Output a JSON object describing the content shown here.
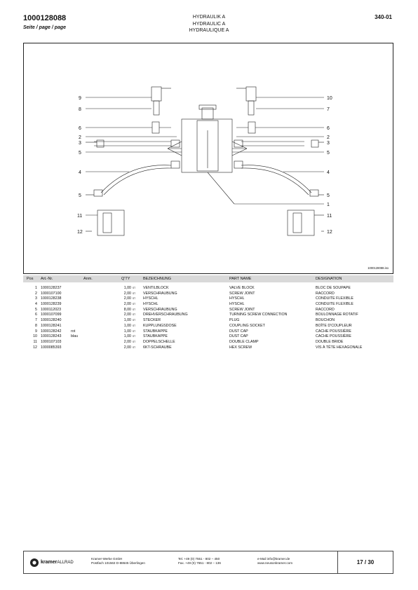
{
  "header": {
    "doc_number": "1000128088",
    "page_label": "Seite / page / page",
    "title_de": "HYDRAULIK A",
    "title_en": "HYDRAULIC A",
    "title_fr": "HYDRAULIQUE A",
    "section_code": "340-01"
  },
  "drawing": {
    "file_ref": "1000128088.iso",
    "callouts_left": [
      "9",
      "8",
      "6",
      "2",
      "3",
      "5",
      "4",
      "5",
      "11",
      "12"
    ],
    "callouts_right": [
      "10",
      "7",
      "6",
      "2",
      "3",
      "5",
      "4",
      "5",
      "1",
      "11",
      "12"
    ]
  },
  "table": {
    "headers": {
      "pos": "Pos",
      "art": "Art.-Nr.",
      "anm": "Anm.",
      "qty": "Q'TY",
      "de": "BEZEICHNUNG",
      "en": "PART NAME",
      "fr": "DESIGNATION"
    },
    "rows": [
      {
        "pos": "1",
        "art": "1000128237",
        "anm": "",
        "qty": "1,00",
        "unit": "ST",
        "de": "VENTILBLOCK",
        "en": "VALVE BLOCK",
        "fr": "BLOC DE SOUPAPE"
      },
      {
        "pos": "2",
        "art": "1000107100",
        "anm": "",
        "qty": "2,00",
        "unit": "ST",
        "de": "VERSCHRAUBUNG",
        "en": "SCREW JOINT",
        "fr": "RACCORD"
      },
      {
        "pos": "3",
        "art": "1000128238",
        "anm": "",
        "qty": "2,00",
        "unit": "ST",
        "de": "HYSCHL",
        "en": "HYSCHL",
        "fr": "CONDUITE FLEXIBLE"
      },
      {
        "pos": "4",
        "art": "1000128239",
        "anm": "",
        "qty": "2,00",
        "unit": "ST",
        "de": "HYSCHL",
        "en": "HYSCHL",
        "fr": "CONDUITE FLEXIBLE"
      },
      {
        "pos": "5",
        "art": "1000112023",
        "anm": "",
        "qty": "8,00",
        "unit": "ST",
        "de": "VERSCHRAUBUNG",
        "en": "SCREW JOINT",
        "fr": "RACCORD"
      },
      {
        "pos": "6",
        "art": "1000107099",
        "anm": "",
        "qty": "2,00",
        "unit": "ST",
        "de": "DREHVERSCHRAUBUNG",
        "en": "TURNING SCREW CONNECTION",
        "fr": "BOULONNAGE ROTATIF"
      },
      {
        "pos": "7",
        "art": "1000128240",
        "anm": "",
        "qty": "1,00",
        "unit": "ST",
        "de": "STECKER",
        "en": "PLUG",
        "fr": "BOUCHON"
      },
      {
        "pos": "8",
        "art": "1000128241",
        "anm": "",
        "qty": "1,00",
        "unit": "ST",
        "de": "KUPPLUNGSDOSE",
        "en": "COUPLING SOCKET",
        "fr": "BOÎTE D'COUPLEUR"
      },
      {
        "pos": "9",
        "art": "1000128242",
        "anm": "rot",
        "qty": "1,00",
        "unit": "ST",
        "de": "STAUBKAPPE",
        "en": "DUST CAP",
        "fr": "CACHE POUSSIÈRE"
      },
      {
        "pos": "10",
        "art": "1000128243",
        "anm": "blau",
        "qty": "1,00",
        "unit": "ST",
        "de": "STAUBKAPPE",
        "en": "DUST CAP",
        "fr": "CACHE POUSSIÈRE"
      },
      {
        "pos": "11",
        "art": "1000107103",
        "anm": "",
        "qty": "2,00",
        "unit": "ST",
        "de": "DOPPELSCHELLE",
        "en": "DOUBLE CLAMP",
        "fr": "DOUBLE BRIDE"
      },
      {
        "pos": "12",
        "art": "1000085393",
        "anm": "",
        "qty": "2,00",
        "unit": "ST",
        "de": "6KT-SCHRAUBE",
        "en": "HEX SCREW",
        "fr": "VIS À TÊTE HEXAGONALE"
      }
    ]
  },
  "footer": {
    "brand": "kramer",
    "brand_suffix": "ALLRAD",
    "company": "Kramer-Werke GmbH",
    "address": "Postfach 101563 D-88645 Überlingen",
    "tel": "Tel. +49 (0) 7551 - 802 – 450",
    "fax": "Fax. +49 (0) 7551 - 802 – 136",
    "email": "e-Mail info@kramer.de",
    "web": "www.neusonkramer.com",
    "page": "17 / 30"
  }
}
